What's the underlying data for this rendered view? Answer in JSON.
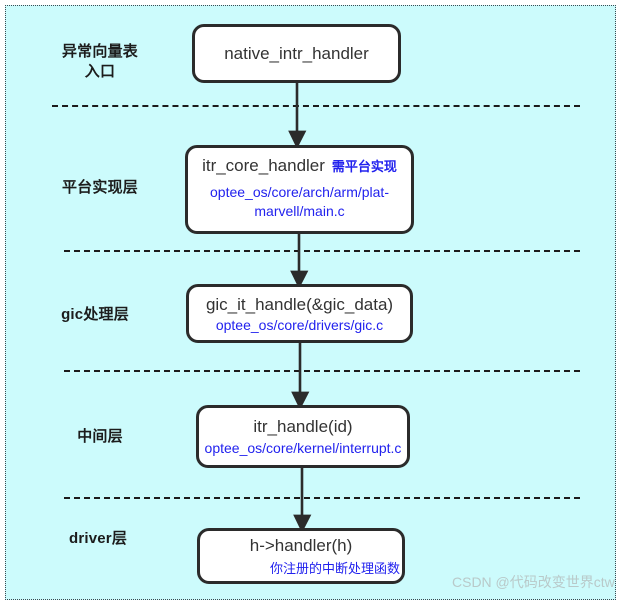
{
  "diagram": {
    "background_color": "#ccfbfc",
    "box_border_color": "#2b2b2b",
    "accent_color": "#2222ee",
    "layers": [
      {
        "id": "exception-vector",
        "label": "异常向量表\n入口"
      },
      {
        "id": "platform",
        "label": "平台实现层"
      },
      {
        "id": "gic",
        "label": "gic处理层"
      },
      {
        "id": "middle",
        "label": "中间层"
      },
      {
        "id": "driver",
        "label": "driver层"
      }
    ],
    "nodes": [
      {
        "id": "native-intr-handler",
        "title": "native_intr_handler",
        "note": "",
        "path": ""
      },
      {
        "id": "itr-core-handler",
        "title": "itr_core_handler",
        "note": "需平台实现",
        "path": "optee_os/core/arch/arm/plat-marvell/main.c"
      },
      {
        "id": "gic-it-handle",
        "title": "gic_it_handle(&gic_data)",
        "note": "",
        "path": "optee_os/core/drivers/gic.c"
      },
      {
        "id": "itr-handle",
        "title": "itr_handle(id)",
        "note": "",
        "path": "optee_os/core/kernel/interrupt.c"
      },
      {
        "id": "h-handler",
        "title": "h->handler(h)",
        "note": "",
        "path": "你注册的中断处理函数"
      }
    ],
    "watermark": "CSDN @代码改变世界ctw"
  }
}
